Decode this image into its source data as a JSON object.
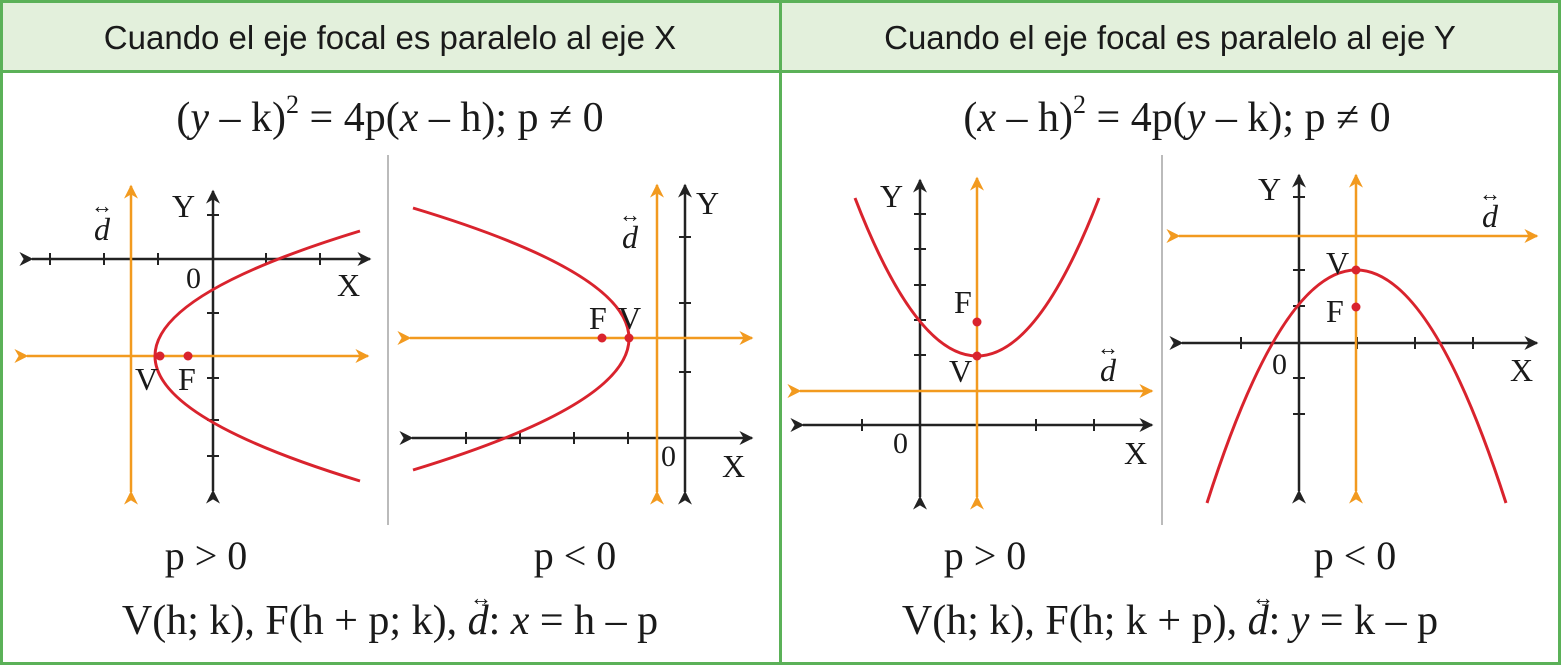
{
  "colors": {
    "border": "#5bb158",
    "header_bg": "#e3f0dc",
    "parabola": "#d9232d",
    "directrix_axis": "#f29a1f",
    "axes": "#222222",
    "divider": "#bbbbbb"
  },
  "left": {
    "header": "Cuando el eje focal es paralelo al eje X",
    "equation": {
      "open": "(",
      "var1": "y",
      "mid1": " – k)",
      "exp": "2",
      "mid2": " = 4p(",
      "var2": "x",
      "mid3": " – h); p ≠ 0"
    },
    "graph1": {
      "caption": "p > 0",
      "x_axis": "X",
      "y_axis": "Y",
      "origin": "0",
      "vertex": "V",
      "focus": "F",
      "directrix": "d",
      "arrow": "↔"
    },
    "graph2": {
      "caption": "p < 0",
      "x_axis": "X",
      "y_axis": "Y",
      "origin": "0",
      "vertex": "V",
      "focus": "F",
      "directrix": "d",
      "arrow": "↔"
    },
    "formula": {
      "pre": "V(h; k), F(h + p; k), ",
      "d": "d",
      "arrow": "↔",
      "colon": ": ",
      "var": "x",
      "post": " = h – p"
    }
  },
  "right": {
    "header": "Cuando el eje focal es paralelo al eje Y",
    "equation": {
      "open": "(",
      "var1": "x",
      "mid1": " – h)",
      "exp": "2",
      "mid2": " = 4p(",
      "var2": "y",
      "mid3": " – k); p ≠ 0"
    },
    "graph1": {
      "caption": "p > 0",
      "x_axis": "X",
      "y_axis": "Y",
      "origin": "0",
      "vertex": "V",
      "focus": "F",
      "directrix": "d",
      "arrow": "↔"
    },
    "graph2": {
      "caption": "p < 0",
      "x_axis": "X",
      "y_axis": "Y",
      "origin": "0",
      "vertex": "V",
      "focus": "F",
      "directrix": "d",
      "arrow": "↔"
    },
    "formula": {
      "pre": "V(h; k), F(h; k + p), ",
      "d": "d",
      "arrow": "↔",
      "colon": ": ",
      "var": "y",
      "post": " = k – p"
    }
  }
}
